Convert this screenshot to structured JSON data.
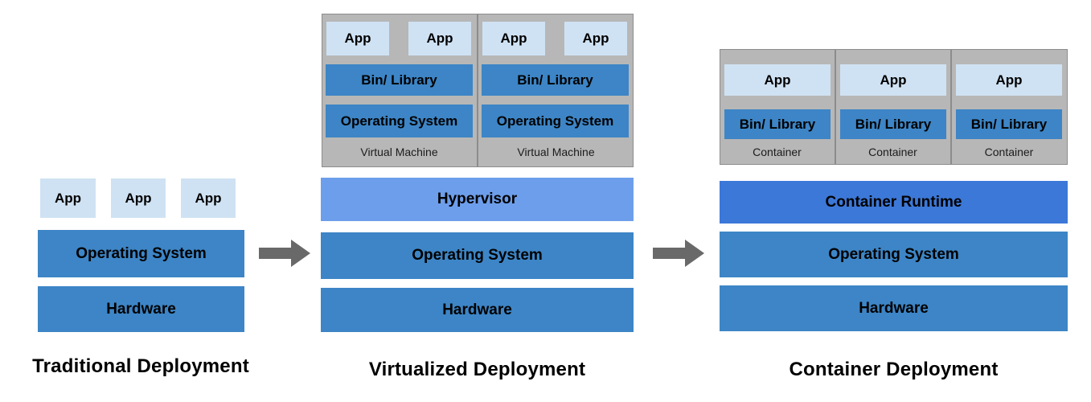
{
  "traditional": {
    "title": "Traditional Deployment",
    "apps": [
      "App",
      "App",
      "App"
    ],
    "os": "Operating System",
    "hardware": "Hardware"
  },
  "virtualized": {
    "title": "Virtualized Deployment",
    "vms": [
      {
        "label": "Virtual Machine",
        "apps": [
          "App",
          "App"
        ],
        "bin": "Bin/ Library",
        "os": "Operating System"
      },
      {
        "label": "Virtual Machine",
        "apps": [
          "App",
          "App"
        ],
        "bin": "Bin/ Library",
        "os": "Operating System"
      }
    ],
    "hypervisor": "Hypervisor",
    "os": "Operating System",
    "hardware": "Hardware"
  },
  "container": {
    "title": "Container Deployment",
    "containers": [
      {
        "label": "Container",
        "app": "App",
        "bin": "Bin/ Library"
      },
      {
        "label": "Container",
        "app": "App",
        "bin": "Bin/ Library"
      },
      {
        "label": "Container",
        "app": "App",
        "bin": "Bin/ Library"
      }
    ],
    "runtime": "Container Runtime",
    "os": "Operating System",
    "hardware": "Hardware"
  },
  "colors": {
    "app_box": "#cfe2f3",
    "layer_blue": "#3d85c6",
    "hypervisor_blue": "#6d9eeb",
    "runtime_blue": "#3c78d8",
    "group_gray": "#b7b7b7",
    "arrow_gray": "#696969"
  }
}
